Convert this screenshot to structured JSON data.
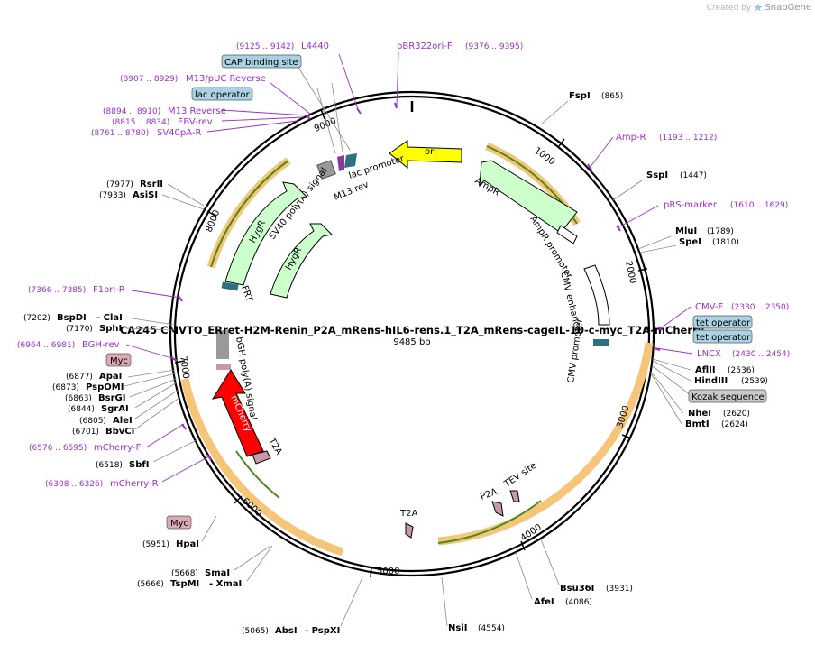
{
  "brand": {
    "created_by": "Created by",
    "name": "SnapGene"
  },
  "plasmid": {
    "name": "CA245 CMVTO_ERret-H2M-Renin_P2A_mRens-hIL6-rens.1_T2A_mRens-cageIL-10-c-myc_T2A-mCherry",
    "length_label": "9485 bp"
  },
  "ticks": [
    "1000",
    "2000",
    "3000",
    "4000",
    "5000",
    "6000",
    "7000",
    "8000",
    "9000"
  ],
  "enzymes": [
    {
      "name": "FspI",
      "pos": "(865)"
    },
    {
      "name": "SspI",
      "pos": "(1447)"
    },
    {
      "name": "MluI",
      "pos": "(1789)"
    },
    {
      "name": "SpeI",
      "pos": "(1810)"
    },
    {
      "name": "AflII",
      "pos": "(2536)"
    },
    {
      "name": "HindIII",
      "pos": "(2539)"
    },
    {
      "name": "NheI",
      "pos": "(2620)"
    },
    {
      "name": "BmtI",
      "pos": "(2624)"
    },
    {
      "name": "Bsu36I",
      "pos": "(3931)"
    },
    {
      "name": "AfeI",
      "pos": "(4086)"
    },
    {
      "name": "NsiI",
      "pos": "(4554)"
    },
    {
      "name": "AbsI",
      "pos": "(5065)",
      "name2": "- PspXI"
    },
    {
      "name": "SmaI",
      "pos": "(5668)"
    },
    {
      "name": "TspMI",
      "pos": "(5666)",
      "name2": "- XmaI"
    },
    {
      "name": "HpaI",
      "pos": "(5951)"
    },
    {
      "name": "SbfI",
      "pos": "(6518)"
    },
    {
      "name": "BbvCI",
      "pos": "(6701)"
    },
    {
      "name": "AleI",
      "pos": "(6805)"
    },
    {
      "name": "SgrAI",
      "pos": "(6844)"
    },
    {
      "name": "BsrGI",
      "pos": "(6863)"
    },
    {
      "name": "PspOMI",
      "pos": "(6873)"
    },
    {
      "name": "ApaI",
      "pos": "(6877)"
    },
    {
      "name": "SphI",
      "pos": "(7170)"
    },
    {
      "name": "BspDI",
      "pos": "(7202)",
      "name2": "- ClaI"
    },
    {
      "name": "AsiSI",
      "pos": "(7933)"
    },
    {
      "name": "RsrII",
      "pos": "(7977)"
    }
  ],
  "primers": [
    {
      "name": "L4440",
      "pos": "(9125 .. 9142)"
    },
    {
      "name": "pBR322ori-F",
      "pos": "(9376 .. 9395)"
    },
    {
      "name": "M13/pUC Reverse",
      "pos": "(8907 .. 8929)"
    },
    {
      "name": "M13 Reverse",
      "pos": "(8894 .. 8910)"
    },
    {
      "name": "EBV-rev",
      "pos": "(8815 .. 8834)"
    },
    {
      "name": "SV40pA-R",
      "pos": "(8761 .. 8780)"
    },
    {
      "name": "Amp-R",
      "pos": "(1193 .. 1212)"
    },
    {
      "name": "pRS-marker",
      "pos": "(1610 .. 1629)"
    },
    {
      "name": "CMV-F",
      "pos": "(2330 .. 2350)"
    },
    {
      "name": "LNCX",
      "pos": "(2430 .. 2454)"
    },
    {
      "name": "F1ori-R",
      "pos": "(7366 .. 7385)"
    },
    {
      "name": "BGH-rev",
      "pos": "(6964 .. 6981)"
    },
    {
      "name": "mCherry-F",
      "pos": "(6576 .. 6595)"
    },
    {
      "name": "mCherry-R",
      "pos": "(6308 .. 6326)"
    }
  ],
  "boxed_features": [
    {
      "name": "CAP binding site",
      "color": "#a9d3e2"
    },
    {
      "name": "lac operator",
      "color": "#a9d3e2"
    },
    {
      "name": "tet operator",
      "color": "#a9d3e2"
    },
    {
      "name": "tet operator",
      "color": "#a9d3e2"
    },
    {
      "name": "Kozak sequence",
      "color": "#c9c9c9"
    },
    {
      "name": "Myc",
      "color": "#dcaab6"
    },
    {
      "name": "Myc",
      "color": "#dcaab6"
    }
  ],
  "features": {
    "ori": "ori",
    "ampr": "AmpR",
    "ampr_promoter": "AmpR promoter",
    "cmv_enhancer": "CMV enhancer",
    "cmv_promoter": "CMV promoter",
    "lac_promoter": "lac promoter",
    "m13_rev": "M13 rev",
    "sv40": "SV40 poly(A) signal",
    "hygr1": "HygR",
    "hygr2": "HygR",
    "frt": "FRT",
    "bgh": "bGH poly(A) signal",
    "mcherry": "mCherry",
    "t2a_1": "T2A",
    "t2a_2": "T2A",
    "p2a": "P2A",
    "tev": "TEV site"
  },
  "colors": {
    "ori": "#ffff00",
    "ampr": "#ccffcc",
    "hygr": "#ccffcc",
    "mcherry": "#ff0000",
    "primer": "#9b30c9",
    "orf": "#f5c57a",
    "orf_inner": "#4c8a1a",
    "backbone": "#000000",
    "terminator": "#999999",
    "operator": "#2f6f7f",
    "tag": "#c79aa8"
  }
}
